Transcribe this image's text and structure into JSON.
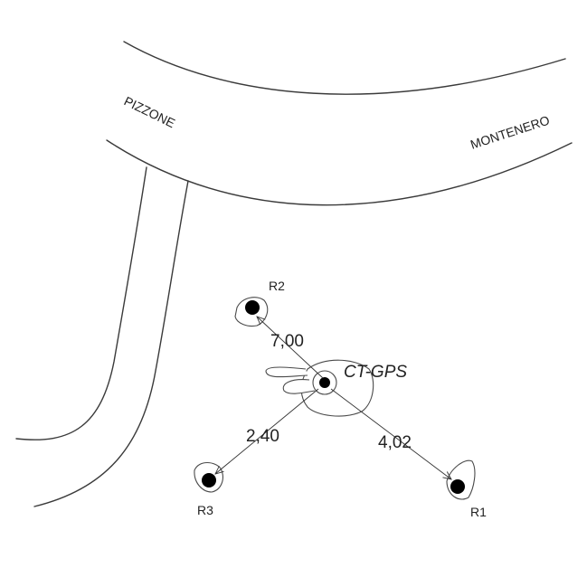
{
  "places": {
    "pizzone": "PIZZONE",
    "montenero": "MONTENERO"
  },
  "center": {
    "label": "CT-GPS"
  },
  "points": {
    "r1": "R1",
    "r2": "R2",
    "r3": "R3"
  },
  "distances": {
    "to_r2": "7,00",
    "to_r3": "2,40",
    "to_r1": "4,02"
  }
}
